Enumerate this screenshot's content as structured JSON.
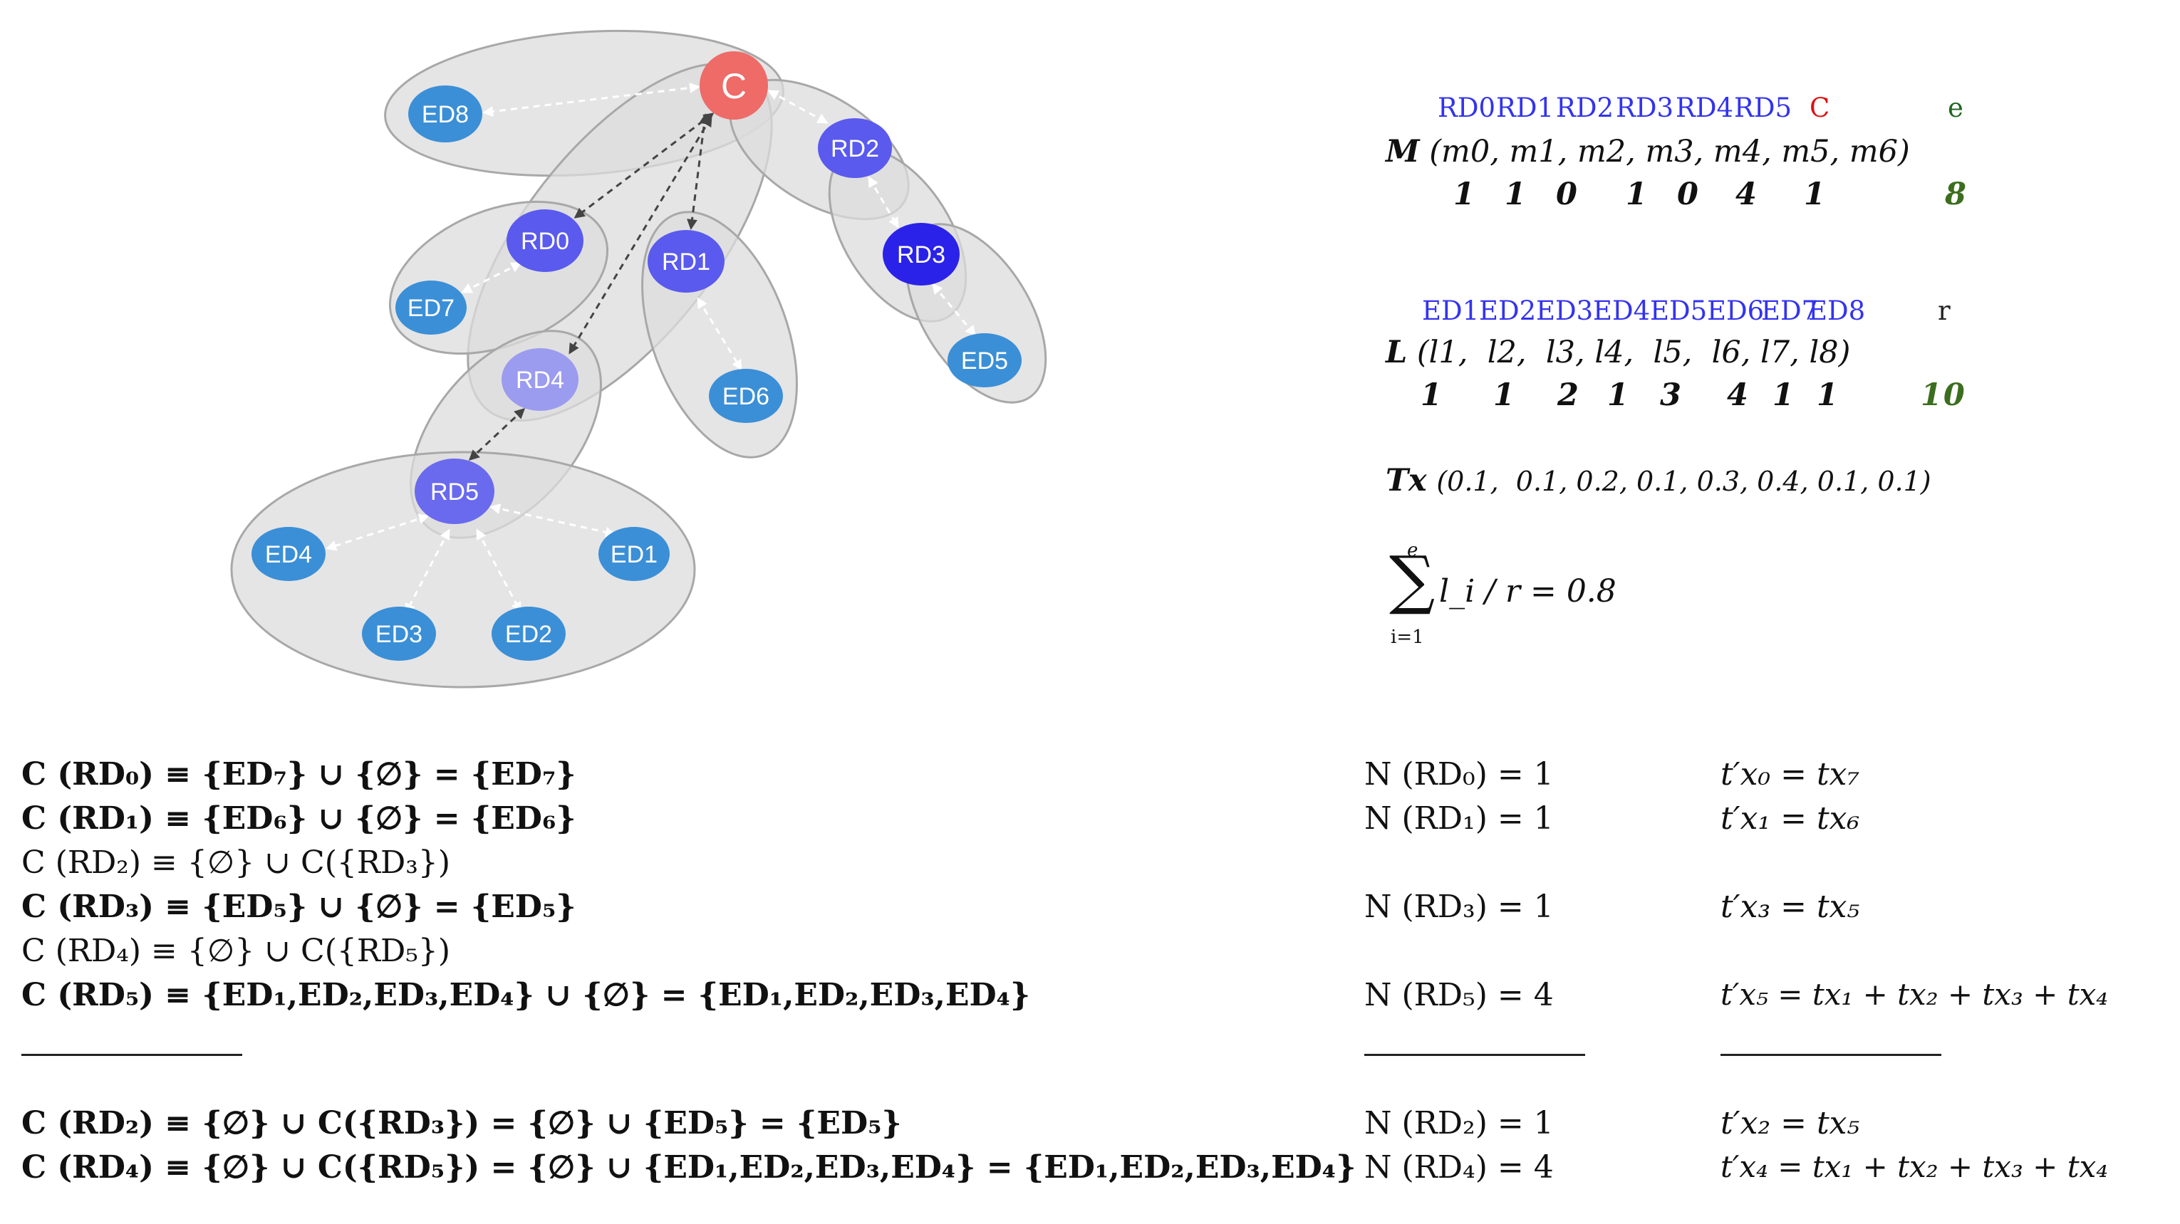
{
  "graph": {
    "center": "C",
    "nodes": {
      "C": "C",
      "RD0": "RD0",
      "RD1": "RD1",
      "RD2": "RD2",
      "RD3": "RD3",
      "RD4": "RD4",
      "RD5": "RD5",
      "ED1": "ED1",
      "ED2": "ED2",
      "ED3": "ED3",
      "ED4": "ED4",
      "ED5": "ED5",
      "ED6": "ED6",
      "ED7": "ED7",
      "ED8": "ED8"
    },
    "colors": {
      "center": "#ee6b68",
      "rd_dark": "#2a22e8",
      "rd_mid": "#5a5aee",
      "rd_light": "#9b9bf0",
      "ed": "#3b8fd6",
      "cluster": "#d8d8d8"
    }
  },
  "panel": {
    "rd_header": [
      "RD0",
      "RD1",
      "RD2",
      "RD3",
      "RD4",
      "RD5"
    ],
    "c_header": "C",
    "e_header": "e",
    "M_label": "M",
    "M_vector": "(m0, m1, m2, m3, m4, m5, m6)",
    "M_values": [
      "1",
      "1",
      "0",
      "1",
      "0",
      "4",
      "1"
    ],
    "e_value": "8",
    "ed_header": [
      "ED1",
      "ED2",
      "ED3",
      "ED4",
      "ED5",
      "ED6",
      "ED7",
      "ED8"
    ],
    "r_header": "r",
    "L_label": "L",
    "L_vector": "(l1,  l2,  l3, l4,  l5,  l6, l7, l8)",
    "L_values": [
      "1",
      "1",
      "2",
      "1",
      "3",
      "4",
      "1",
      "1"
    ],
    "r_value": "10",
    "Tx_label": "Tx",
    "Tx_vector": "(0.1,  0.1, 0.2, 0.1, 0.3, 0.4, 0.1, 0.1)",
    "sum_top": "e",
    "sum_bottom": "i=1",
    "sum_expr": "l_i / r = 0.8"
  },
  "equations": {
    "c_rows": [
      "C (RD₀) ≡ {ED₇} ∪ {∅} = {ED₇}",
      "C (RD₁) ≡ {ED₆} ∪ {∅} = {ED₆}",
      "C (RD₂) ≡ {∅} ∪ C({RD₃})",
      "C (RD₃) ≡ {ED₅} ∪ {∅} = {ED₅}",
      "C (RD₄) ≡ {∅} ∪ C({RD₅})",
      "C (RD₅) ≡ {ED₁,ED₂,ED₃,ED₄} ∪ {∅} = {ED₁,ED₂,ED₃,ED₄}"
    ],
    "n_rows": [
      "N (RD₀) = 1",
      "N (RD₁) = 1",
      "",
      "N (RD₃) = 1",
      "",
      "N (RD₅) = 4"
    ],
    "t_rows": [
      "t′x₀ = tx₇",
      "t′x₁ = tx₆",
      "",
      "t′x₃ = tx₅",
      "",
      "t′x₅ = tx₁ + tx₂ + tx₃ + tx₄"
    ],
    "c_bottom": [
      "C (RD₂) ≡ {∅} ∪ C({RD₃}) = {∅} ∪ {ED₅} = {ED₅}",
      "C (RD₄) ≡ {∅} ∪ C({RD₅}) = {∅} ∪ {ED₁,ED₂,ED₃,ED₄} = {ED₁,ED₂,ED₃,ED₄}"
    ],
    "n_bottom": [
      "N (RD₂) = 1",
      "N (RD₄) = 4"
    ],
    "t_bottom": [
      "t′x₂ = tx₅",
      "t′x₄ = tx₁ + tx₂ + tx₃ + tx₄"
    ]
  }
}
